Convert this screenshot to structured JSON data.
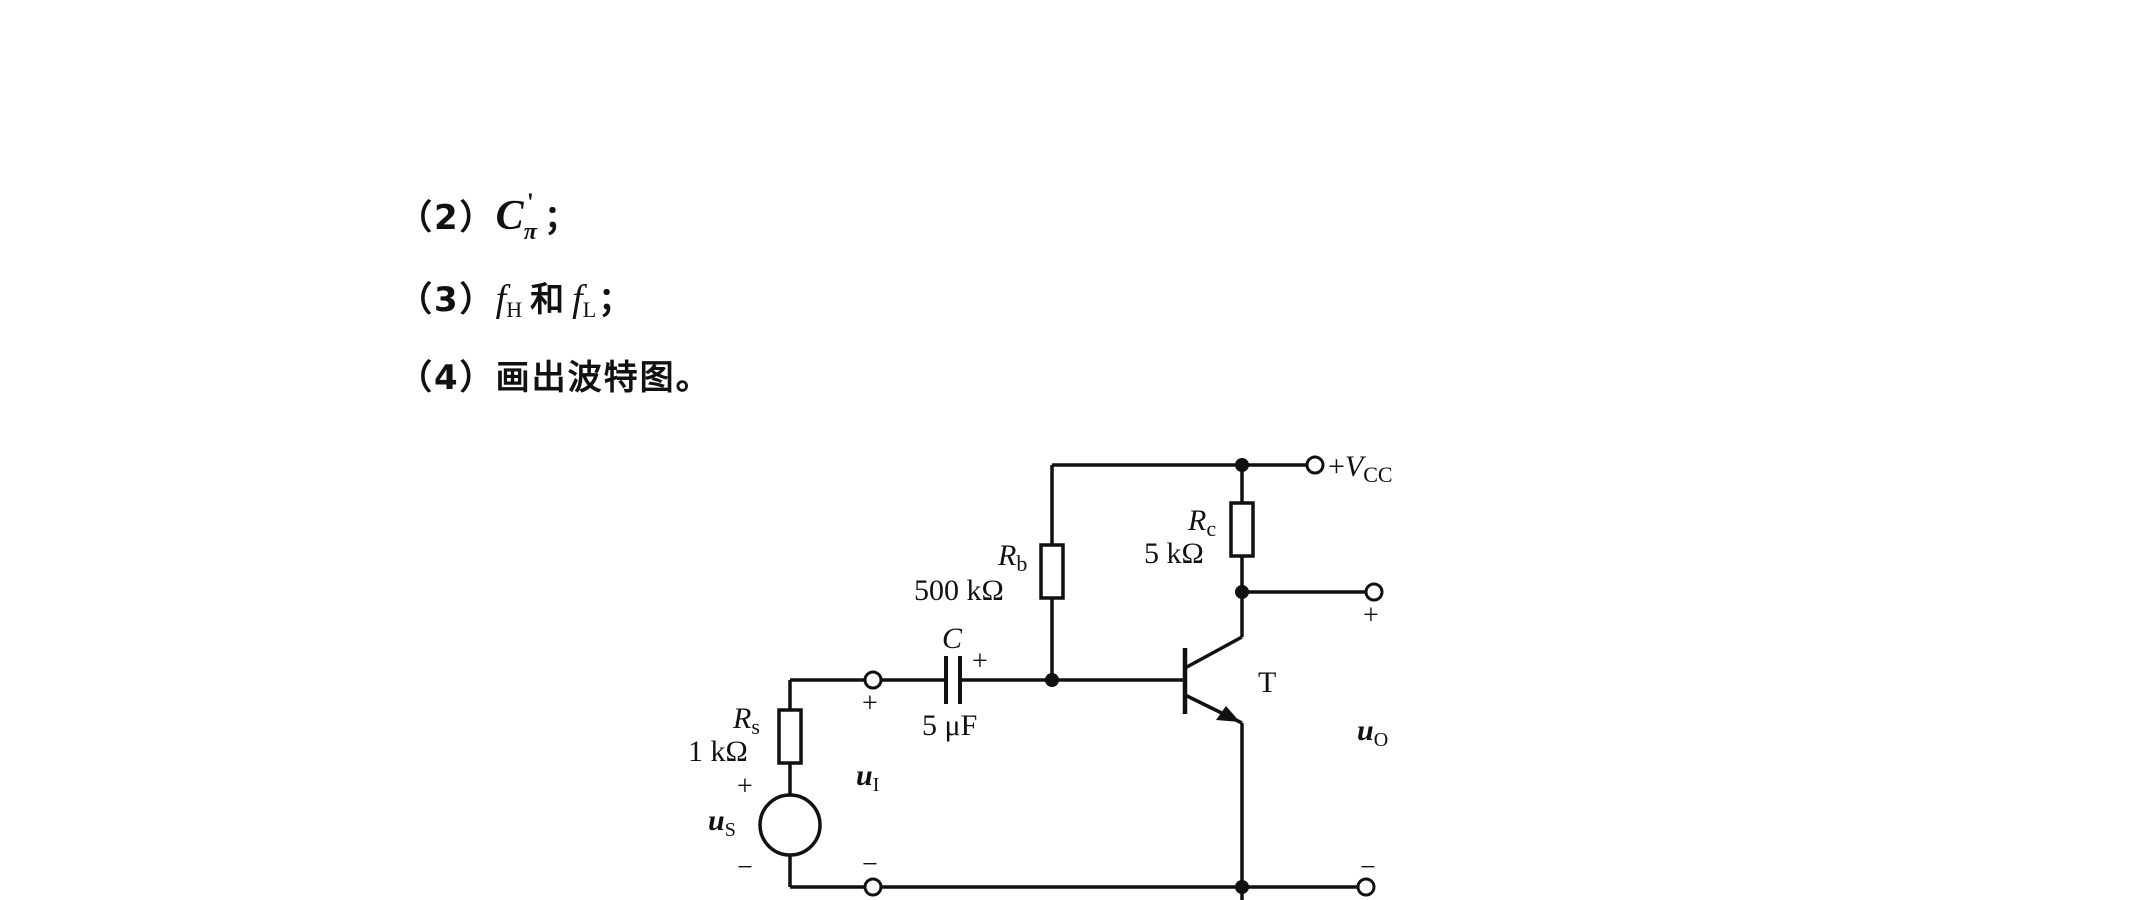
{
  "questions": [
    {
      "number": "（2）",
      "symbol": "C",
      "symbol_sub": "π",
      "symbol_sup": "'",
      "tail": "；"
    },
    {
      "number": "（3）",
      "f1": "f",
      "f1_sub": "H",
      "connector": "和",
      "f2": "f",
      "f2_sub": "L",
      "tail": "；"
    },
    {
      "number": "（4）",
      "text": "画出波特图。"
    }
  ],
  "circuit": {
    "vcc": {
      "prefix": "+",
      "name": "V",
      "sub": "CC"
    },
    "rc": {
      "name": "R",
      "sub": "c",
      "value": "5 kΩ"
    },
    "rb": {
      "name": "R",
      "sub": "b",
      "value": "500 kΩ"
    },
    "rs": {
      "name": "R",
      "sub": "s",
      "value": "1 kΩ"
    },
    "cap": {
      "name": "C",
      "value": "5 μF",
      "polarity": "+"
    },
    "transistor": "T",
    "ui": {
      "name": "u",
      "sub": "I"
    },
    "uo": {
      "name": "u",
      "sub": "O"
    },
    "us": {
      "name": "u",
      "sub": "S"
    },
    "plus": "+",
    "minus": "−"
  }
}
